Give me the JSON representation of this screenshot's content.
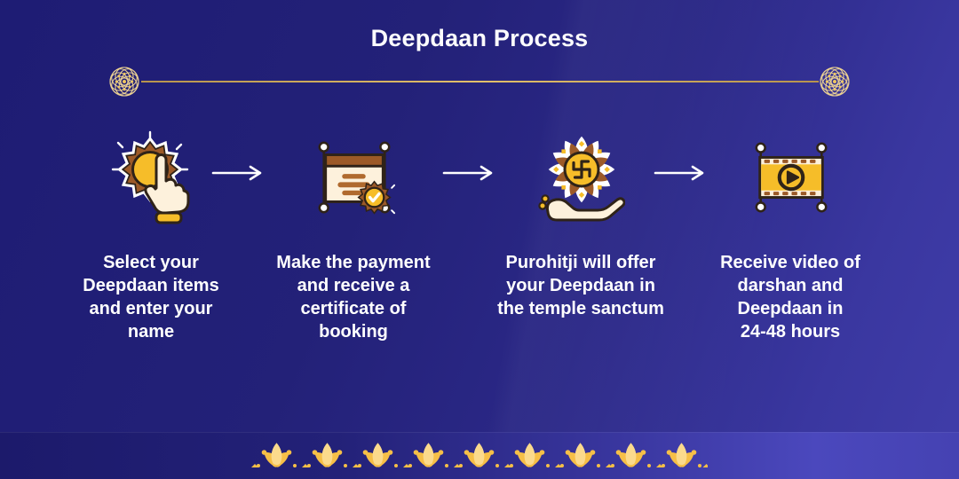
{
  "header": {
    "title": "Deepdaan Process"
  },
  "steps": [
    {
      "icon": "tap-select-icon",
      "lines": [
        "Select your",
        "Deepdaan items",
        "and enter your",
        "name"
      ]
    },
    {
      "icon": "certificate-icon",
      "lines": [
        "Make the payment",
        "and receive a",
        "certificate of",
        "booking"
      ]
    },
    {
      "icon": "offering-hand-icon",
      "lines": [
        "Purohitji will offer",
        "your Deepdaan in",
        "the temple sanctum"
      ]
    },
    {
      "icon": "video-darshan-icon",
      "lines": [
        "Receive video of",
        "darshan and",
        "Deepdaan in",
        "24-48 hours"
      ]
    }
  ],
  "decor": {
    "divider": "gold line with rosette medallions",
    "bottom_border": "row of lotus motifs",
    "lotus_count": 9
  },
  "colors": {
    "background_top_left": "#1e1c74",
    "background_bottom_right": "#403da9",
    "bottom_strip_right": "#4b48bd",
    "gold_line": "#d9b25f",
    "rosette_gold": "#ead092",
    "lotus_yellow": "#f6bf47",
    "lotus_light": "#fbda8c",
    "icon_yellow": "#f6bd29",
    "icon_brown": "#9c5a28",
    "icon_cream": "#fdf1dc",
    "icon_outline": "#2f2318",
    "text": "#ffffff"
  }
}
